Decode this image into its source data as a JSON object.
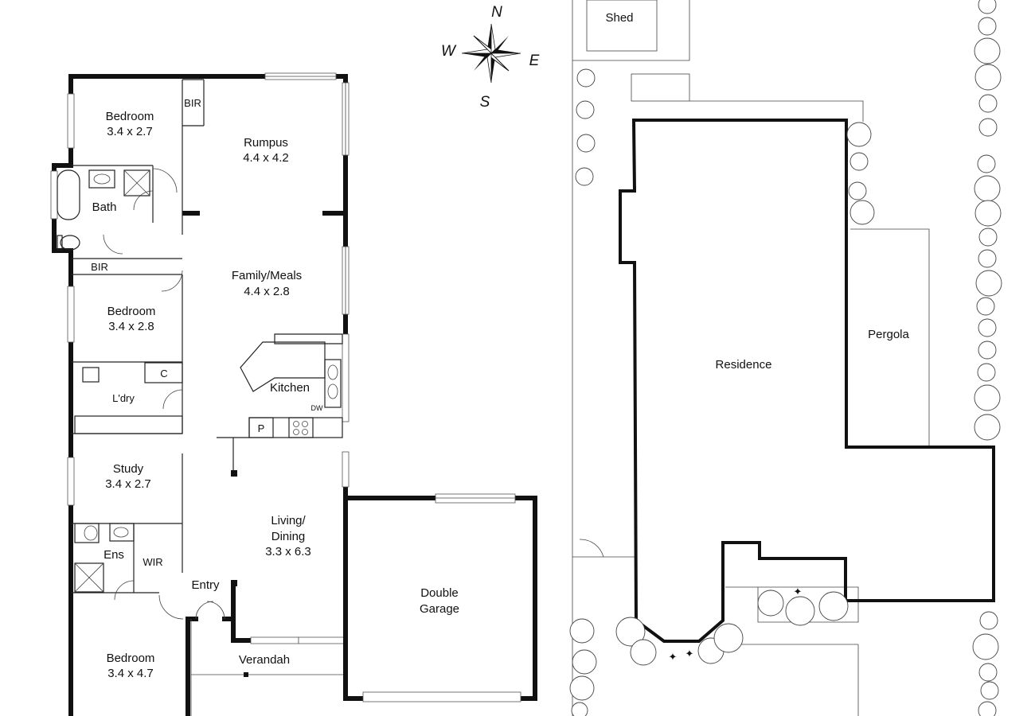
{
  "compass": {
    "north": "N",
    "south": "S",
    "east": "E",
    "west": "W"
  },
  "floorplan": {
    "rooms": {
      "bedroom1": {
        "name": "Bedroom",
        "size": "3.4 x 2.7"
      },
      "rumpus": {
        "name": "Rumpus",
        "size": "4.4 x 4.2"
      },
      "bath": {
        "name": "Bath"
      },
      "bir1": "BIR",
      "bir2": "BIR",
      "family": {
        "name": "Family/Meals",
        "size": "4.4 x 2.8"
      },
      "bedroom2": {
        "name": "Bedroom",
        "size": "3.4 x 2.8"
      },
      "kitchen": {
        "name": "Kitchen"
      },
      "dw": "DW",
      "pantry": "P",
      "cupboard": "C",
      "laundry": {
        "name": "L'dry"
      },
      "study": {
        "name": "Study",
        "size": "3.4 x 2.7"
      },
      "living": {
        "line1": "Living/",
        "line2": "Dining",
        "size": "3.3 x 6.3"
      },
      "ensuite": {
        "name": "Ens"
      },
      "wir": "WIR",
      "entry": "Entry",
      "verandah": "Verandah",
      "bedroom3": {
        "name": "Bedroom",
        "size": "3.4 x 4.7"
      },
      "garage": {
        "line1": "Double",
        "line2": "Garage"
      }
    }
  },
  "siteplan": {
    "shed": "Shed",
    "residence": "Residence",
    "pergola": "Pergola"
  }
}
